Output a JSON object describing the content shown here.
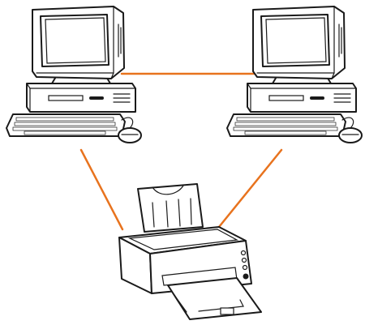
{
  "diagram": {
    "nodes": [
      {
        "id": "computer-left",
        "icon": "desktop-computer-icon"
      },
      {
        "id": "computer-right",
        "icon": "desktop-computer-icon"
      },
      {
        "id": "printer",
        "icon": "inkjet-printer-icon"
      }
    ],
    "connections": [
      {
        "from": "computer-left",
        "to": "computer-right"
      },
      {
        "from": "computer-left",
        "to": "printer"
      },
      {
        "from": "computer-right",
        "to": "printer"
      }
    ],
    "colors": {
      "connection": "#E8731E",
      "outline": "#1A1A1A",
      "background": "#FFFFFF"
    }
  }
}
